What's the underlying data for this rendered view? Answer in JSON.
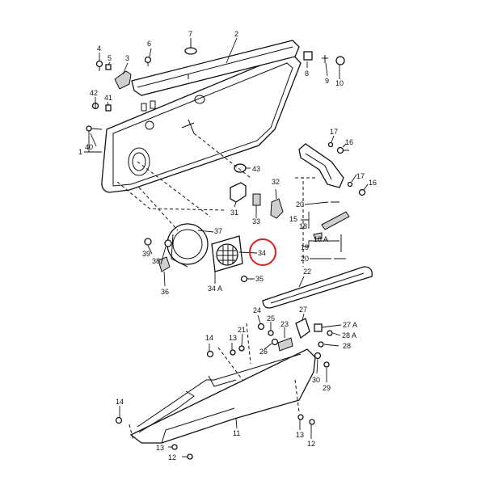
{
  "diagram": {
    "highlight_color": "#d42020",
    "highlighted_part": "34",
    "labels": {
      "l1": "1",
      "l2": "2",
      "l3": "3",
      "l4": "4",
      "l5": "5",
      "l6": "6",
      "l7": "7",
      "l8": "8",
      "l9": "9",
      "l10": "10",
      "l11": "11",
      "l12a": "12",
      "l12b": "12",
      "l13a": "13",
      "l13b": "13",
      "l13c": "13",
      "l14a": "14",
      "l14b": "14",
      "l15": "15",
      "l16a": "16",
      "l16b": "16",
      "l17a": "17",
      "l17b": "17",
      "l18": "18",
      "l18a": "18 A",
      "l19": "19",
      "l20a": "20",
      "l20b": "20",
      "l21": "21",
      "l22": "22",
      "l23": "23",
      "l24": "24",
      "l25": "25",
      "l26": "26",
      "l27": "27",
      "l27a": "27 A",
      "l28": "28",
      "l28a": "28 A",
      "l29": "29",
      "l30": "30",
      "l31": "31",
      "l32": "32",
      "l33": "33",
      "l34": "34",
      "l34a": "34 A",
      "l35": "35",
      "l36": "36",
      "l37": "37",
      "l38": "38",
      "l39": "39",
      "l40": "40",
      "l41": "41",
      "l42": "42",
      "l43": "43"
    }
  }
}
